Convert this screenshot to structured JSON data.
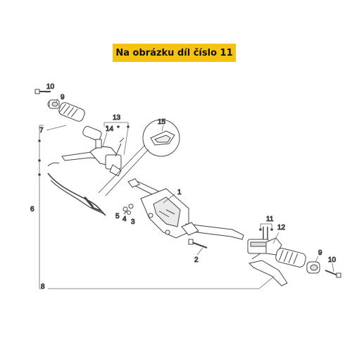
{
  "banner": {
    "text": "Na obrázku díl číslo 11",
    "color": "#f5c211"
  },
  "callouts": {
    "c1": "1",
    "c2": "2",
    "c3": "3",
    "c4": "4",
    "c5": "5",
    "c6": "6",
    "c7": "7",
    "c8": "8",
    "c9a": "9",
    "c9b": "9",
    "c10a": "10",
    "c10b": "10",
    "c11": "11",
    "c12": "12",
    "c13": "13",
    "c14": "14",
    "c15": "15"
  }
}
